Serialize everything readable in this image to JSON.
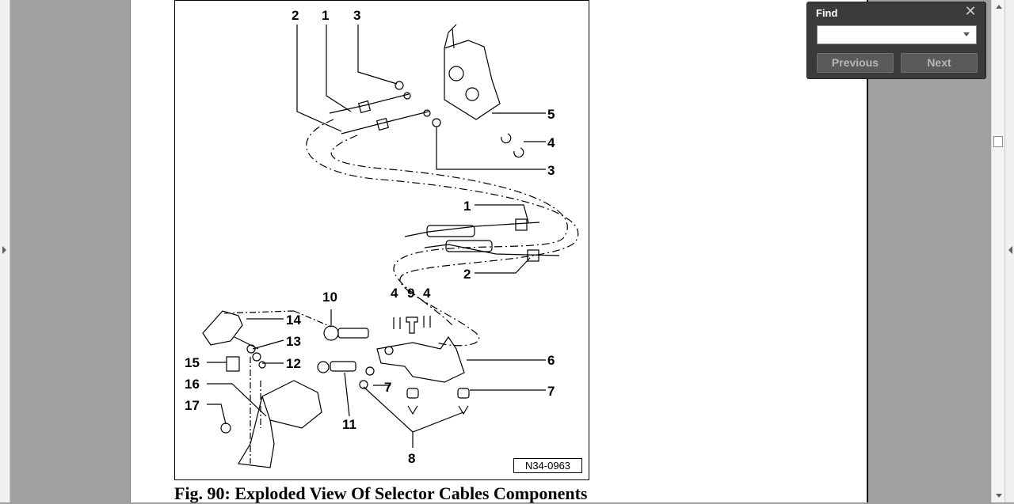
{
  "find_panel": {
    "title": "Find",
    "search_value": "",
    "previous_label": "Previous",
    "next_label": "Next"
  },
  "document": {
    "figure_code": "N34-0963",
    "caption": "Fig. 90: Exploded View Of Selector Cables Components",
    "callouts": [
      "2",
      "1",
      "3",
      "5",
      "4",
      "3",
      "1",
      "2",
      "10",
      "4",
      "9",
      "4",
      "14",
      "13",
      "15",
      "12",
      "6",
      "7",
      "7",
      "16",
      "17",
      "11",
      "8"
    ]
  },
  "colors": {
    "viewer_background": "#a0a0a0",
    "page": "#ffffff",
    "find_panel": "#3b3b3b"
  }
}
